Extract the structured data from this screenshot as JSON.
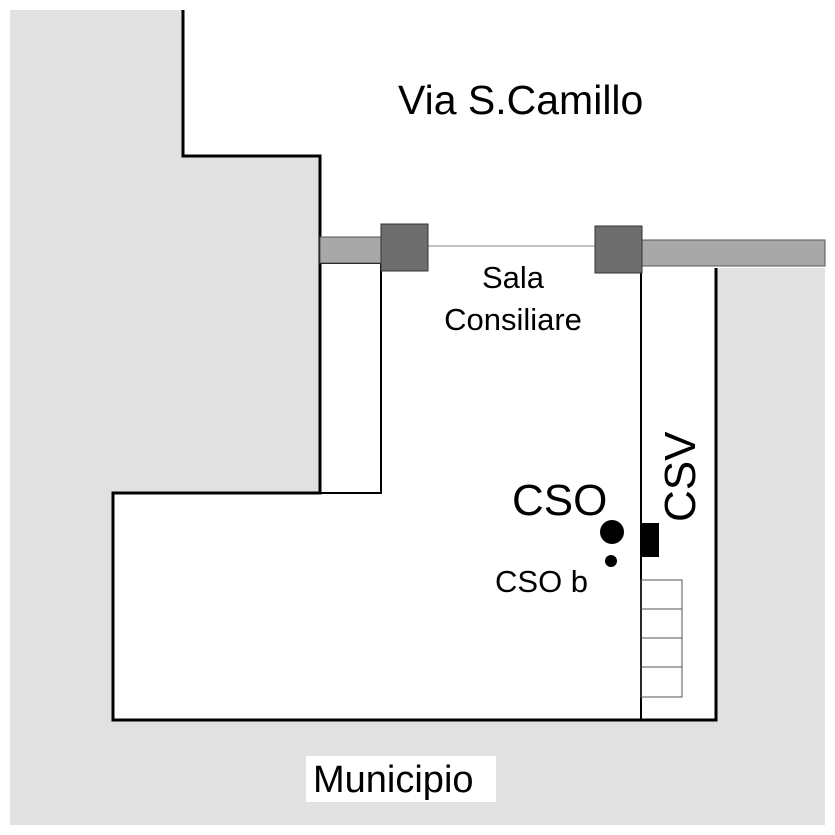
{
  "street_label": "Via S.Camillo",
  "room_label_line1": "Sala",
  "room_label_line2": "Consiliare",
  "cso_label": "CSO",
  "cso_b_label": "CSO b",
  "csv_label": "CSV",
  "building_label": "Municipio",
  "colors": {
    "building_fill": "#e1e1e1",
    "wall_stroke": "#000000",
    "pillar_fill": "#6e6e6e",
    "beam_fill": "#a8a8a8",
    "sensor_fill": "#000000",
    "background": "#ffffff"
  }
}
